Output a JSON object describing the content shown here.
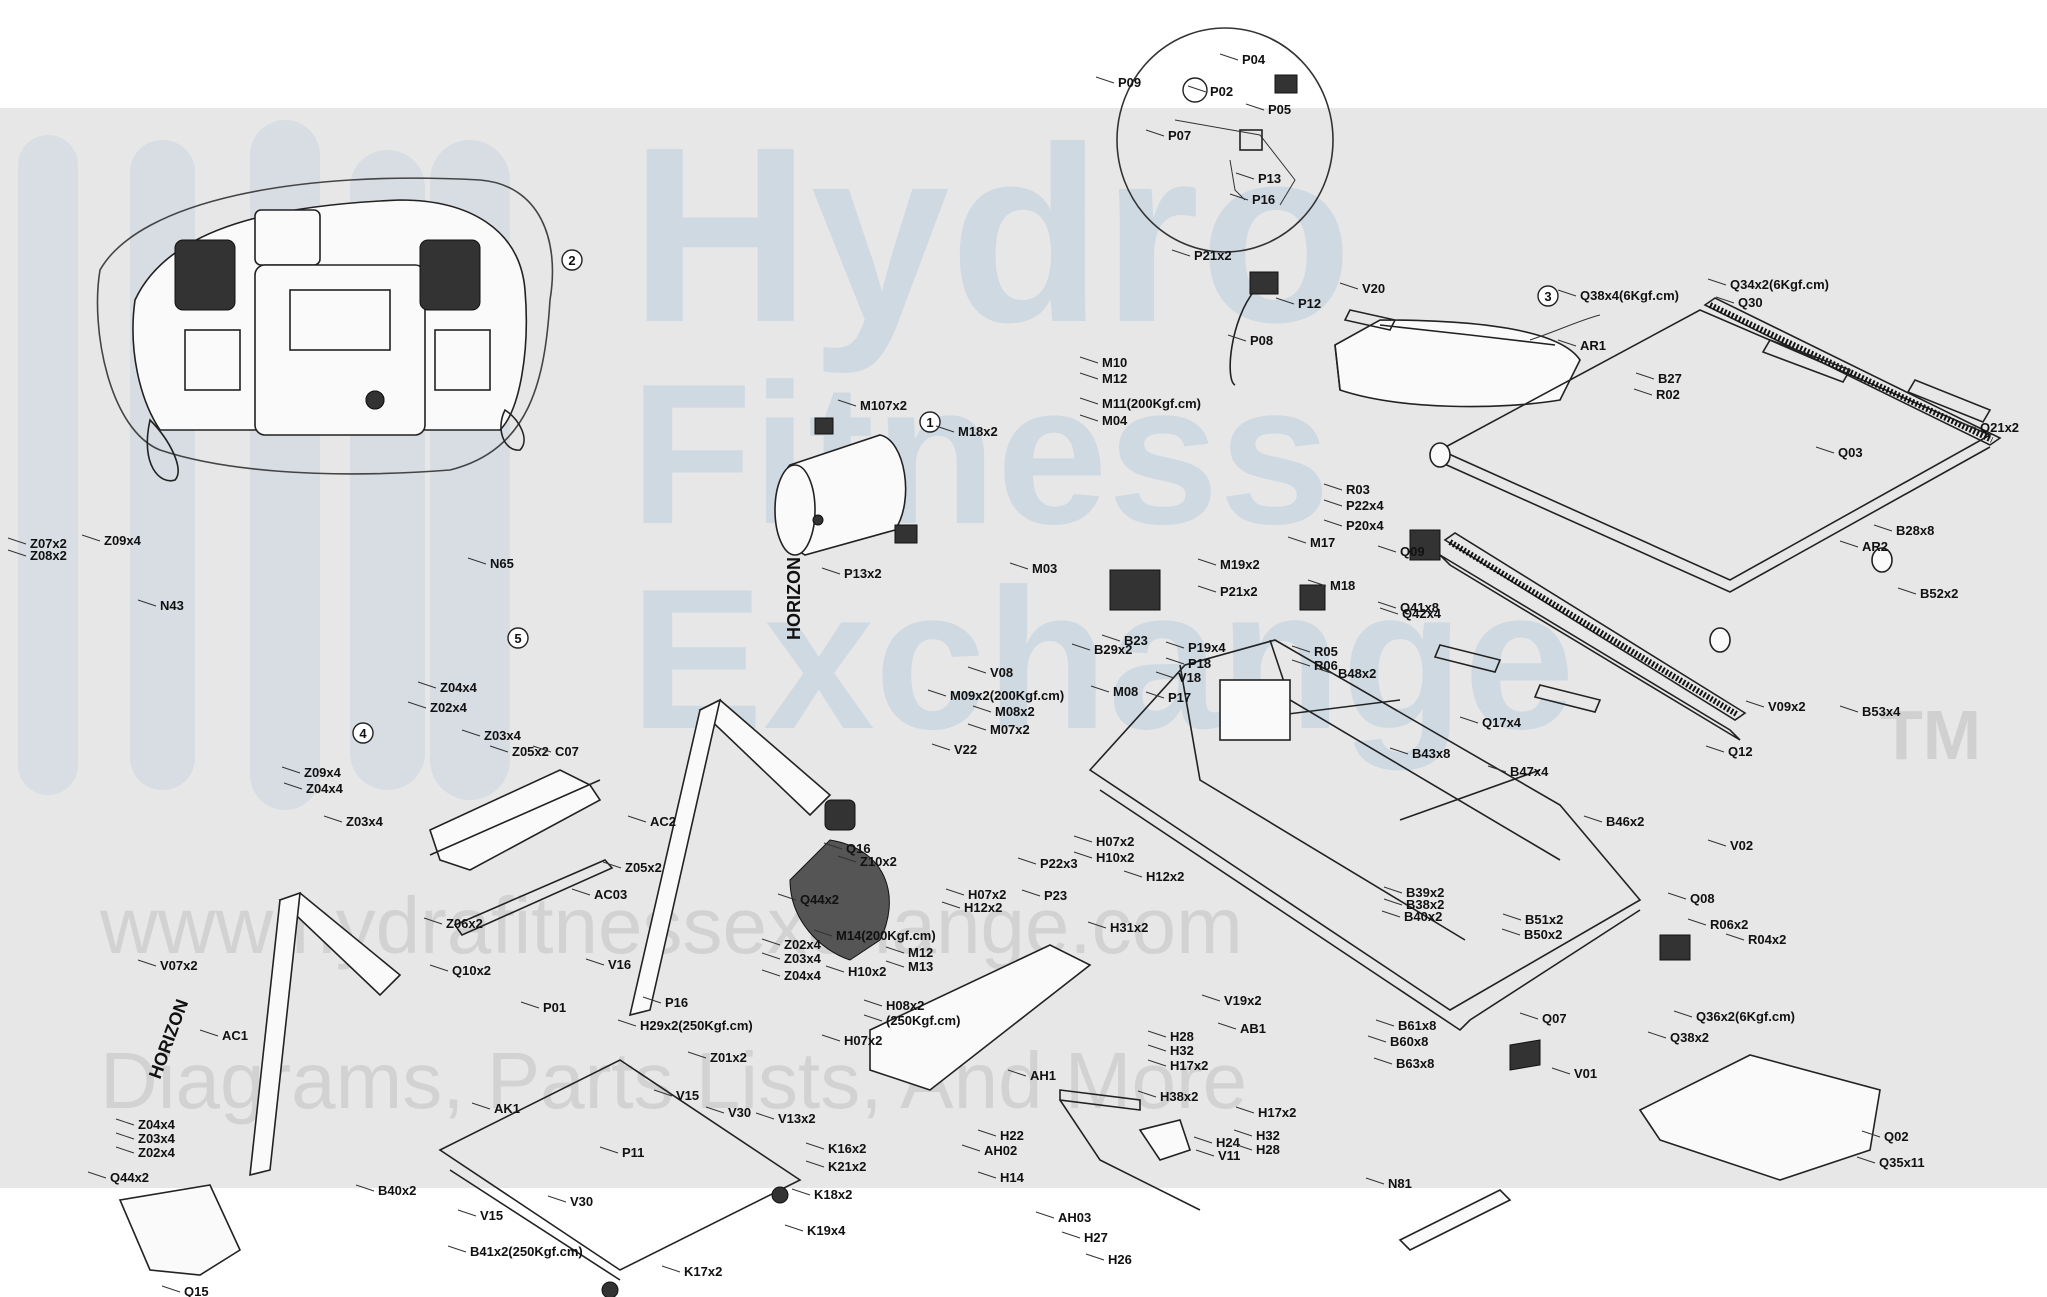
{
  "watermark": {
    "brand_lines": [
      "Hydro",
      "Fitness",
      "Exchange"
    ],
    "trademark": "TM",
    "url_line": "www.hydrafitnessexchange.com",
    "tagline": "Diagrams, Parts Lists, And More"
  },
  "branding": {
    "frame_text": "HORIZON"
  },
  "callouts": [
    "1",
    "2",
    "3",
    "4",
    "5"
  ],
  "labels": [
    "P09",
    "P04",
    "P02",
    "P05",
    "P07",
    "P13",
    "P16",
    "P21x2",
    "P12",
    "P08",
    "V20",
    "Q38x4(6Kgf.cm)",
    "Q34x2(6Kgf.cm)",
    "Q30",
    "AR1",
    "B27",
    "R02",
    "Q03",
    "Q21x2",
    "M107x2",
    "M10",
    "M12",
    "M11(200Kgf.cm)",
    "M04",
    "M18x2",
    "R03",
    "P22x4",
    "P20x4",
    "M17",
    "M19x2",
    "M18",
    "Q09",
    "Q41x8",
    "Q42x4",
    "B28x8",
    "AR2",
    "B52x2",
    "Z07x2",
    "Z08x2",
    "Z09x4",
    "N65",
    "N43",
    "P13x2",
    "M03",
    "P21x2",
    "V08",
    "M09x2(200Kgf.cm)",
    "M08x2",
    "M07x2",
    "V22",
    "M08",
    "B23",
    "B29x2",
    "P19x4",
    "P18",
    "V18",
    "P17",
    "R05",
    "R06",
    "B48x2",
    "Q17x4",
    "V09x2",
    "B53x4",
    "B43x8",
    "B47x4",
    "B46x2",
    "Q12",
    "V02",
    "Z04x4",
    "Z02x4",
    "Z03x4",
    "Z05x2",
    "C07",
    "Z09x4",
    "Z04x4",
    "Z03x4",
    "Z05x2",
    "AC03",
    "Z06x2",
    "AC2",
    "Q16",
    "Z10x2",
    "Q44x2",
    "P22x3",
    "P23",
    "H07x2",
    "H10x2",
    "H12x2",
    "H07x2",
    "H12x2",
    "H31x2",
    "M14(200Kgf.cm)",
    "M12",
    "M13",
    "H10x2",
    "H08x2",
    "(250Kgf.cm)",
    "H07x2",
    "AH1",
    "Z02x4",
    "Z03x4",
    "Z04x4",
    "V07x2",
    "AC1",
    "Q10x2",
    "V16",
    "P01",
    "P16",
    "H29x2(250Kgf.cm)",
    "Z01x2",
    "AB1",
    "B39x2",
    "B38x2",
    "B40x2",
    "B51x2",
    "B50x2",
    "V19x2",
    "B61x8",
    "B60x8",
    "B63x8",
    "Q08",
    "R06x2",
    "R04x2",
    "Q36x2(6Kgf.cm)",
    "Q38x2",
    "Q07",
    "V01",
    "Q02",
    "Q35x11",
    "H28",
    "H32",
    "H17x2",
    "H38x2",
    "H22",
    "AH02",
    "H14",
    "AH03",
    "H27",
    "H26",
    "H17x2",
    "H32",
    "H28",
    "H24",
    "V11",
    "N81",
    "AK1",
    "V15",
    "V30",
    "V13x2",
    "P11",
    "K16x2",
    "K21x2",
    "K18x2",
    "K19x4",
    "K17x2",
    "Z04x4",
    "Z03x4",
    "Z02x4",
    "Q44x2",
    "Q15",
    "B40x2",
    "V15",
    "V30",
    "B41x2(250Kgf.cm)"
  ]
}
